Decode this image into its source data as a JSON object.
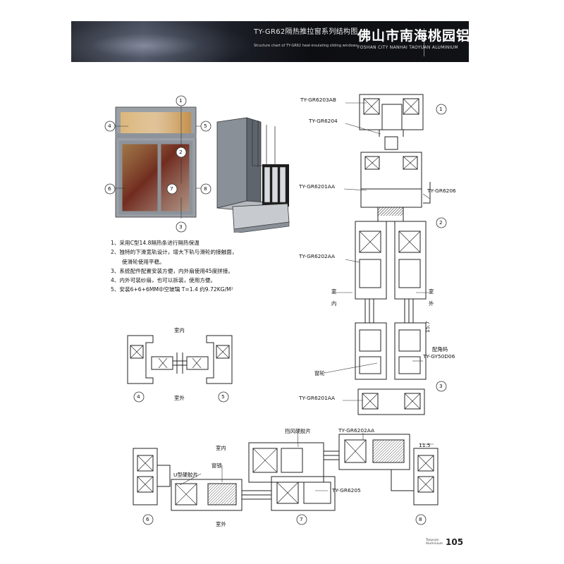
{
  "header": {
    "title": "TY-GR62隔热推拉窗系列结构图",
    "subtitle": "Structure chart of TY-GR62 heat-insulating sliding windows",
    "company": "佛山市南海桃园铝业",
    "company_en": "FOSHAN CITY NANHAI TAOYUAN ALUMINIUM"
  },
  "notes": [
    "1、采用C型14.8隔热条进行隔热保温",
    "2、独特的下滑宽轨设计，增大下轨与滑轮的接触面，",
    "使滑轮使用平稳。",
    "3、系统配件配置安装方便，内外扇使用45度拼接。",
    "4、内外可装纱扇，也可以拆装，使用方便。",
    "5、安装6+6+6MM中空玻璃 T=1.4 约9.72KG/M²"
  ],
  "callouts": [
    "1",
    "2",
    "3",
    "4",
    "5",
    "6",
    "7",
    "8"
  ],
  "labels": {
    "p6203ab": "TY-GR6203AB",
    "p6204": "TY-GR6204",
    "p6201aa_top": "TY-GR6201AA",
    "p6206": "TY-GR6206",
    "p6202aa": "TY-GR6202AA",
    "corner_code": "配角码",
    "corner_part": "TY-GY50D06",
    "wheel": "窗轮",
    "p6201aa_bot": "TY-GR6201AA",
    "dim157": "15.7",
    "dim115": "11.5",
    "wind_strip": "挡风硬胶片",
    "p6202aa_b": "TY-GR6202AA",
    "u_strip": "U型硬胶片",
    "lock": "窗锁",
    "p6205": "TY-GR6205"
  },
  "orientation": {
    "shi": "室",
    "nei": "内",
    "wai": "外",
    "shinei": "室内",
    "shiwai": "室外"
  },
  "footer": {
    "brand1": "Taoyuan",
    "brand2": "Aluminium",
    "page": "105"
  }
}
